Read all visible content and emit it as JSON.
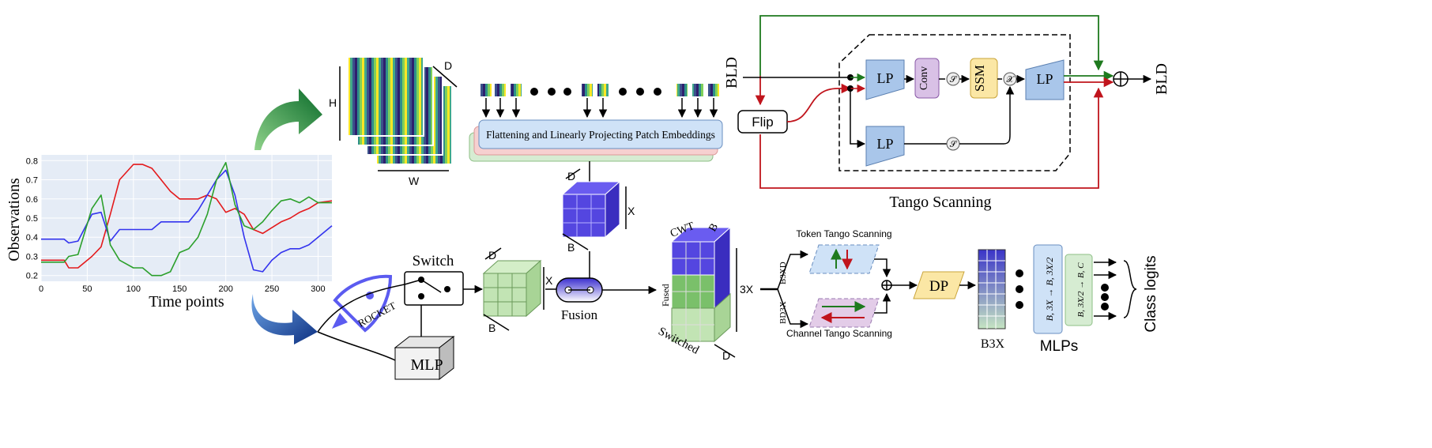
{
  "chart": {
    "ylabel": "Observations",
    "xlabel": "Time points",
    "xticks": [
      "0",
      "50",
      "100",
      "150",
      "200",
      "250",
      "300"
    ],
    "yticks": [
      "0.2",
      "0.3",
      "0.4",
      "0.5",
      "0.6",
      "0.7",
      "0.8"
    ]
  },
  "chart_data": {
    "type": "line",
    "title": "",
    "xlabel": "Time points",
    "ylabel": "Observations",
    "xlim": [
      0,
      315
    ],
    "ylim": [
      0.17,
      0.83
    ],
    "grid": true,
    "series": [
      {
        "color": "#e41a1c",
        "x": [
          0,
          10,
          25,
          30,
          40,
          55,
          65,
          75,
          85,
          100,
          110,
          120,
          130,
          140,
          150,
          160,
          170,
          180,
          190,
          200,
          210,
          220,
          230,
          240,
          250,
          260,
          270,
          280,
          290,
          300,
          315
        ],
        "y": [
          0.28,
          0.28,
          0.28,
          0.24,
          0.24,
          0.3,
          0.35,
          0.52,
          0.7,
          0.78,
          0.78,
          0.76,
          0.7,
          0.64,
          0.6,
          0.6,
          0.6,
          0.62,
          0.6,
          0.53,
          0.55,
          0.52,
          0.44,
          0.42,
          0.45,
          0.48,
          0.5,
          0.53,
          0.55,
          0.58,
          0.59
        ]
      },
      {
        "color": "#3333ee",
        "x": [
          0,
          10,
          25,
          30,
          40,
          55,
          65,
          75,
          85,
          100,
          110,
          120,
          130,
          140,
          150,
          160,
          170,
          180,
          190,
          200,
          210,
          220,
          230,
          240,
          250,
          260,
          270,
          280,
          290,
          300,
          315
        ],
        "y": [
          0.39,
          0.39,
          0.39,
          0.37,
          0.38,
          0.52,
          0.53,
          0.38,
          0.44,
          0.44,
          0.44,
          0.44,
          0.48,
          0.48,
          0.48,
          0.48,
          0.54,
          0.62,
          0.7,
          0.75,
          0.62,
          0.4,
          0.23,
          0.22,
          0.28,
          0.32,
          0.34,
          0.34,
          0.36,
          0.4,
          0.46
        ]
      },
      {
        "color": "#2ca02c",
        "x": [
          0,
          10,
          25,
          30,
          40,
          55,
          65,
          75,
          85,
          100,
          110,
          120,
          130,
          140,
          150,
          160,
          170,
          180,
          190,
          200,
          210,
          220,
          230,
          240,
          250,
          260,
          270,
          280,
          290,
          300,
          315
        ],
        "y": [
          0.27,
          0.27,
          0.27,
          0.3,
          0.31,
          0.55,
          0.62,
          0.36,
          0.28,
          0.24,
          0.24,
          0.2,
          0.2,
          0.22,
          0.32,
          0.34,
          0.4,
          0.52,
          0.7,
          0.79,
          0.57,
          0.46,
          0.44,
          0.48,
          0.54,
          0.59,
          0.6,
          0.58,
          0.61,
          0.58,
          0.58
        ]
      }
    ]
  },
  "labels": {
    "H": "H",
    "W": "W",
    "D": "D",
    "X": "X",
    "B": "B",
    "patch_embed": "Flattening and Linearly Projecting Patch Embeddings",
    "switch": "Switch",
    "rocket": "ROCKET",
    "mlp": "MLP",
    "fusion": "Fusion",
    "cwt": "CWT",
    "fused": "Fused",
    "switched": "Switched",
    "three_x": "3X",
    "b3xd": "B3XD",
    "bd3x": "BD3X",
    "token_tango": "Token Tango Scanning",
    "channel_tango": "Channel Tango Scanning",
    "dp": "DP",
    "b3x": "B3X",
    "mlps": "MLPs",
    "mlp1": "B, 3X → B, 3X/2",
    "mlp2": "B, 3X/2 → B, C",
    "class_logits": "Class logits",
    "bld_in": "BLD",
    "bld_out": "BLD",
    "flip": "Flip",
    "lp": "LP",
    "conv": "Conv",
    "ssm": "SSM",
    "sigma": "𝒮",
    "times": "𝒳",
    "tango_scanning": "Tango Scanning"
  },
  "colors": {
    "green_arrow": "#1a8a3a",
    "blue_arrow": "#1f4fa8",
    "cube_blue": "#5b4ae0",
    "cube_green": "#b8e0a8",
    "lp_fill": "#a9c6ea",
    "conv_fill": "#d9c1e6",
    "ssm_fill": "#fbe7a5",
    "dp_fill": "#fbe7a5",
    "flow_green": "#1e7a1e",
    "flow_red": "#c0141c"
  }
}
